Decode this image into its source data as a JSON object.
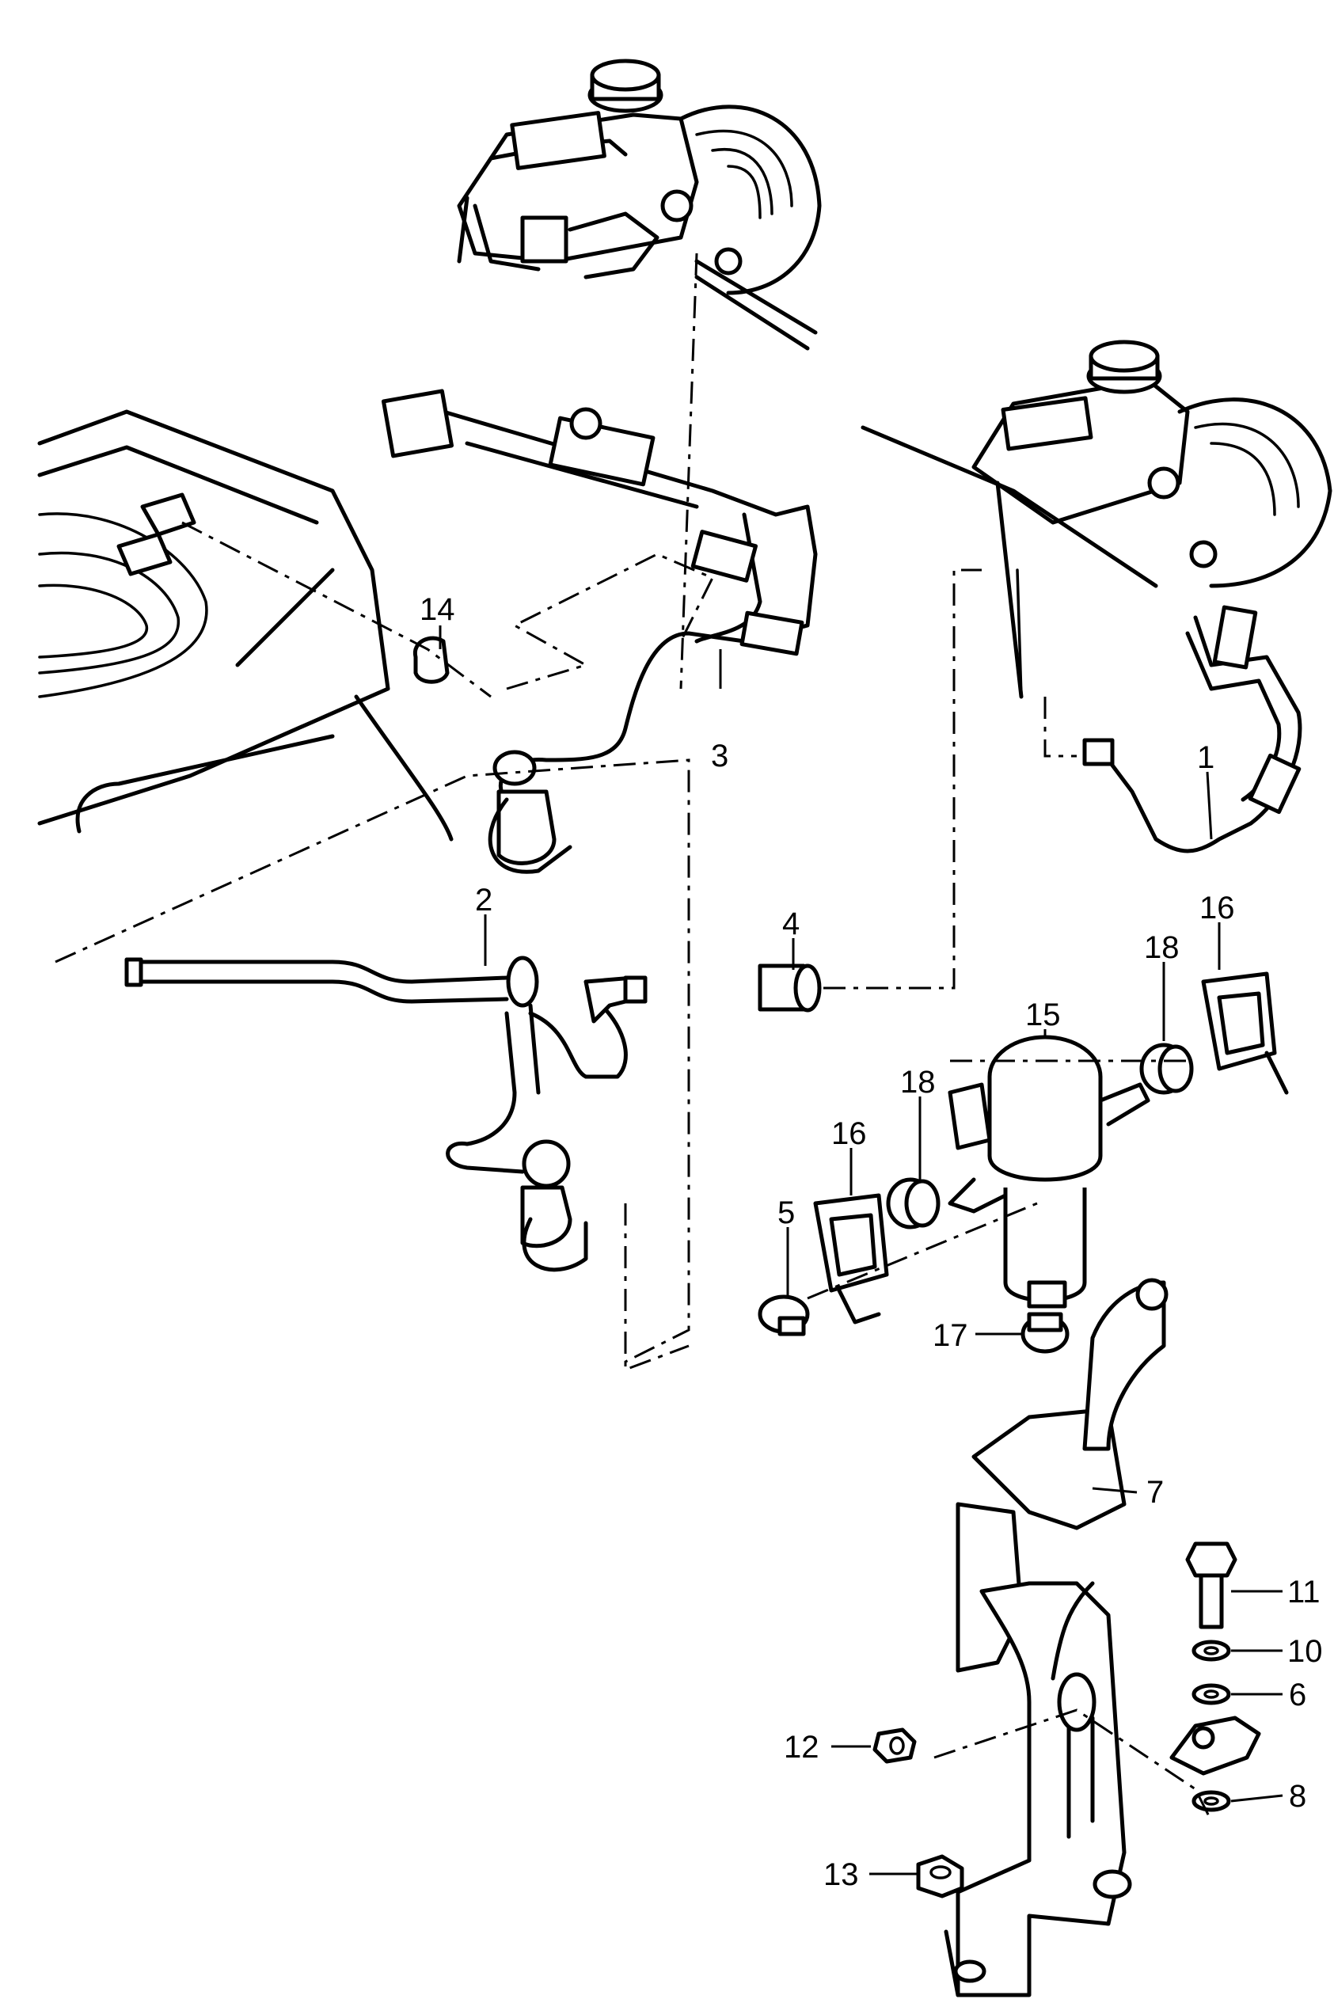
{
  "callouts": {
    "c1": "1",
    "c2": "2",
    "c3": "3",
    "c4": "4",
    "c5": "5",
    "c6": "6",
    "c7": "7",
    "c8": "8",
    "c10": "10",
    "c11": "11",
    "c12": "12",
    "c13": "13",
    "c14": "14",
    "c15": "15",
    "c16a": "16",
    "c16b": "16",
    "c17": "17",
    "c18a": "18",
    "c18b": "18"
  }
}
